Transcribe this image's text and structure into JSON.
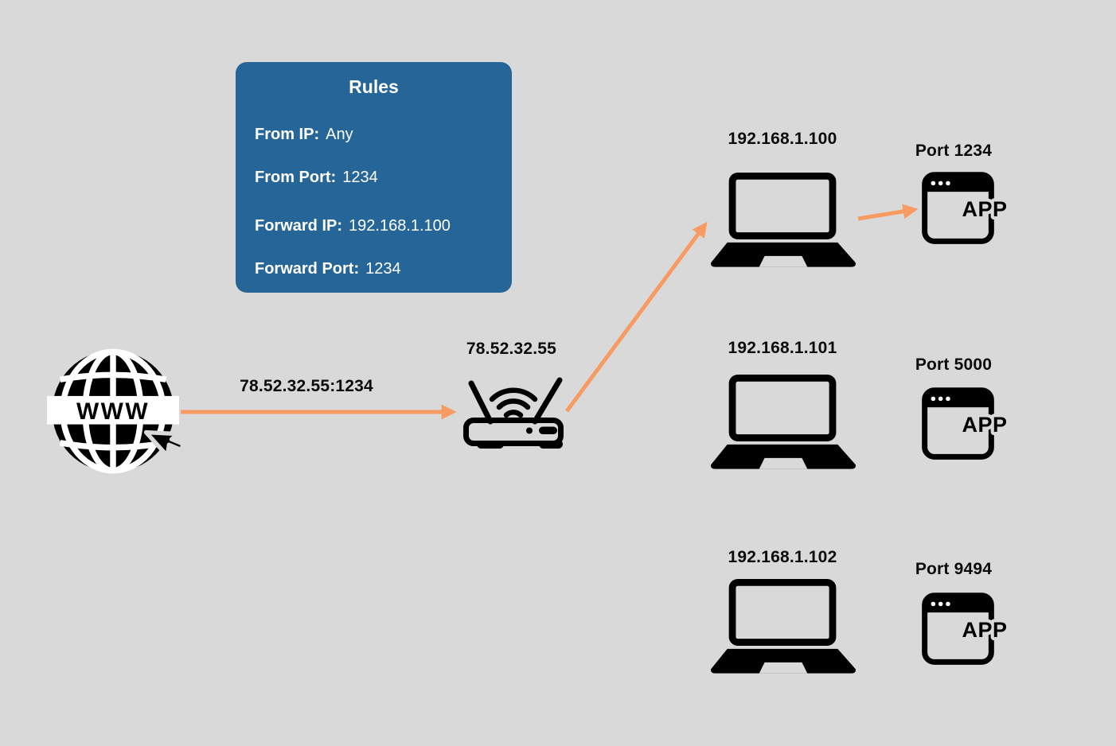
{
  "colors": {
    "background": "#d9d9d9",
    "rules_box_blue": "#266598",
    "arrow_orange": "#f89b62",
    "icon_black": "#000000",
    "rules_text": "#ffffff"
  },
  "rules_box": {
    "title": "Rules",
    "items": [
      {
        "label": "From IP:",
        "value": "Any"
      },
      {
        "label": "From Port:",
        "value": "1234"
      },
      {
        "label": "Forward IP:",
        "value": "192.168.1.100"
      },
      {
        "label": "Forward Port:",
        "value": "1234"
      }
    ]
  },
  "internet": {
    "label": "WWW"
  },
  "flow": {
    "incoming_label": "78.52.32.55:1234"
  },
  "router": {
    "ip": "78.52.32.55"
  },
  "devices": [
    {
      "ip": "192.168.1.100",
      "app_port": "Port 1234",
      "app_label": "APP",
      "forwarded": true
    },
    {
      "ip": "192.168.1.101",
      "app_port": "Port 5000",
      "app_label": "APP",
      "forwarded": false
    },
    {
      "ip": "192.168.1.102",
      "app_port": "Port 9494",
      "app_label": "APP",
      "forwarded": false
    }
  ]
}
